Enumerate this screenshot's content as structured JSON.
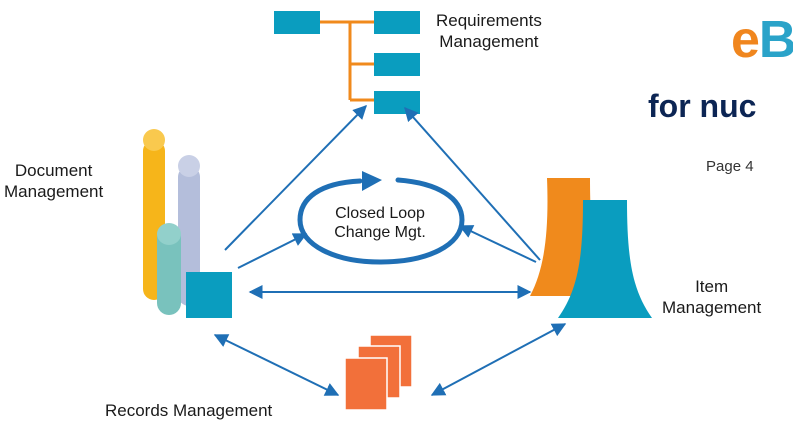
{
  "labels": {
    "requirements": [
      "Requirements",
      "Management"
    ],
    "document": [
      "Document",
      "Management"
    ],
    "item": [
      "Item",
      "Management"
    ],
    "records": "Records Management",
    "loop": [
      "Closed Loop",
      "Change Mgt."
    ]
  },
  "brand": {
    "letter_e": "e",
    "letter_b": "B",
    "subtitle": "for nuc",
    "page_ref": "Page 4"
  },
  "colors": {
    "arrow": "#1f6fb5",
    "teal": "#0a9dbf",
    "orange_line": "#f08a1c",
    "cylinder_yellow": "#f6b51a",
    "cylinder_teal": "#79c2bd",
    "cylinder_lavender": "#b4bedb",
    "records_orange": "#f2703a",
    "brand_navy": "#0c2554"
  }
}
